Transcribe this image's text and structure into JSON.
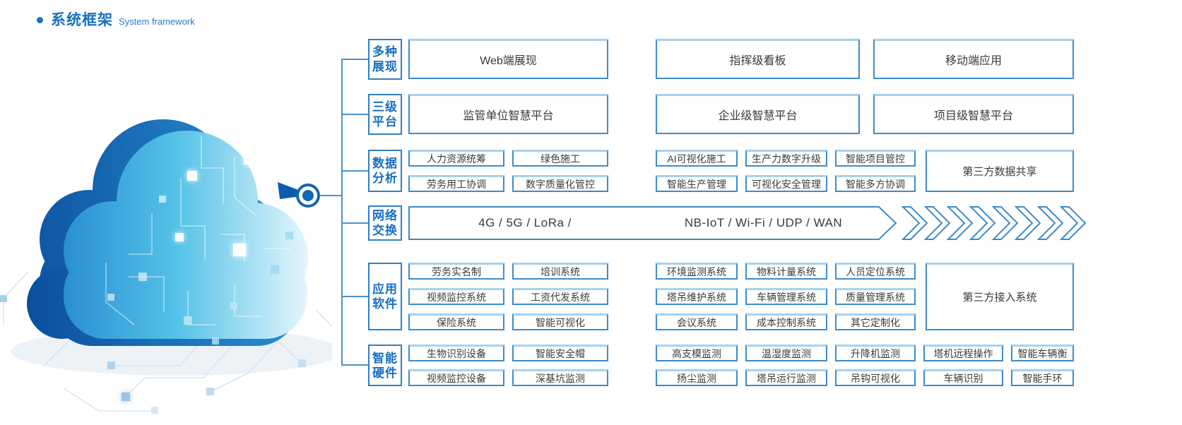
{
  "title": {
    "zh": "系统框架",
    "en": "System framework"
  },
  "colors": {
    "accent_blue": "#1a6fc0",
    "box_border": "#3d8bca",
    "box_border_highlight": "#a6d2ee",
    "line_blue": "#4a90cb",
    "text_dark": "#3a3a3a"
  },
  "rows": {
    "display": {
      "label_line1": "多种",
      "label_line2": "展现",
      "boxes": [
        "Web端展现",
        "指挥级看板",
        "移动端应用"
      ]
    },
    "platform": {
      "label_line1": "三级",
      "label_line2": "平台",
      "boxes": [
        "监管单位智慧平台",
        "企业级智慧平台",
        "项目级智慧平台"
      ]
    },
    "analysis": {
      "label_line1": "数据",
      "label_line2": "分析",
      "left": [
        [
          "人力资源统筹",
          "绿色施工"
        ],
        [
          "劳务用工协调",
          "数字质量化管控"
        ]
      ],
      "middle": [
        [
          "AI可视化施工",
          "生产力数字升级",
          "智能项目管控"
        ],
        [
          "智能生产管理",
          "可视化安全管理",
          "智能多方协调"
        ]
      ],
      "side": "第三方数据共享"
    },
    "network": {
      "label_line1": "网络",
      "label_line2": "交换",
      "text_left": "4G / 5G / LoRa /",
      "text_right": "NB-IoT / Wi-Fi / UDP / WAN",
      "chevron_count": 8
    },
    "software": {
      "label_line1": "应用",
      "label_line2": "软件",
      "left": [
        [
          "劳务实名制",
          "培训系统"
        ],
        [
          "视频监控系统",
          "工资代发系统"
        ],
        [
          "保险系统",
          "智能可视化"
        ]
      ],
      "middle": [
        [
          "环境监测系统",
          "物料计量系统",
          "人员定位系统"
        ],
        [
          "塔吊维护系统",
          "车辆管理系统",
          "质量管理系统"
        ],
        [
          "会议系统",
          "成本控制系统",
          "其它定制化"
        ]
      ],
      "side": "第三方接入系统"
    },
    "hardware": {
      "label_line1": "智能",
      "label_line2": "硬件",
      "left": [
        [
          "生物识别设备",
          "智能安全帽"
        ],
        [
          "视频监控设备",
          "深基坑监测"
        ]
      ],
      "middle": [
        [
          "高支模监测",
          "温湿度监测",
          "升降机监测",
          "塔机远程操作",
          "智能车辆衡"
        ],
        [
          "扬尘监测",
          "塔吊运行监测",
          "吊钩可视化",
          "车辆识别",
          "智能手环"
        ]
      ]
    }
  }
}
